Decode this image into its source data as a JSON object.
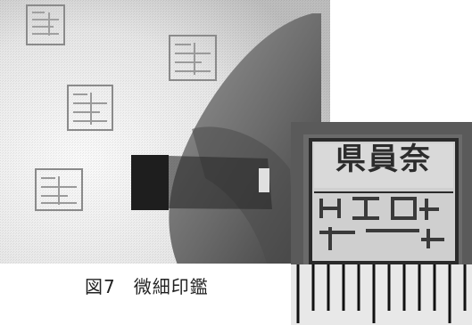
{
  "caption": {
    "figure_label": "図7",
    "title": "微細印鑑"
  },
  "inset": {
    "stamp_name": "県員奈"
  },
  "icons": [
    "stamp-seal-icon",
    "ruler-icon"
  ],
  "colors": {
    "paper": "#f2f2f2",
    "finger": "#6e6e6e",
    "stamp_ink": "#8a8a8a",
    "inset_bg": "#5a5a5a"
  }
}
